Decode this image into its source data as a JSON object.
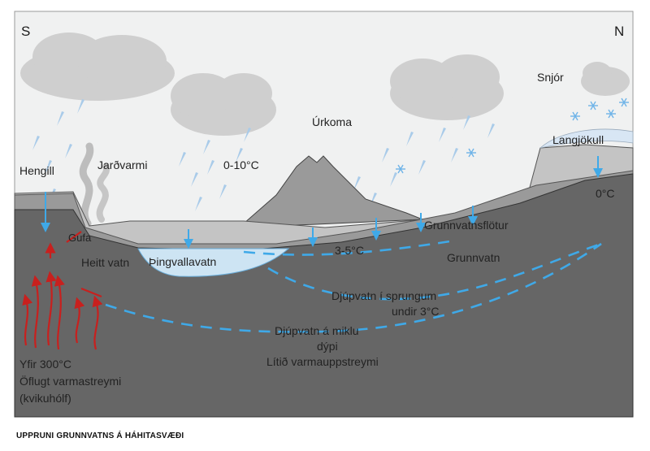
{
  "diagram": {
    "direction_south": "S",
    "direction_north": "N",
    "labels": {
      "hengill": "Hengill",
      "jardvarmi": "Jarðvarmi",
      "temp_rain": "0-10°C",
      "urkoma": "Úrkoma",
      "snjor": "Snjór",
      "langjokull": "Langjökull",
      "zero_c": "0°C",
      "grunnvatnsflotur": "Grunnvatnsflötur",
      "gufa": "Gufa",
      "heitt_vatn": "Heitt vatn",
      "thingvallavatn": "Þingvallavatn",
      "temp_3_5": "3-5°C",
      "grunnvatn": "Grunnvatn",
      "djupvatn_sprungum_1": "Djúpvatn í sprungum",
      "djupvatn_sprungum_2": "undir 3°C",
      "djupvatn_dypi_1": "Djúpvatn á miklu",
      "djupvatn_dypi_2": "dýpi",
      "litid_varmauppstreymi": "Lítið varmauppstreymi",
      "yfir_300": "Yfir 300°C",
      "oflugt_varmastreymi": "Öflugt varmastreymi",
      "kvikuholf": "(kvikuhólf)"
    },
    "colors": {
      "sky": "#f0f1f1",
      "ground_dark": "#666666",
      "ground_mid": "#9a9a9a",
      "ground_light": "#c4c4c4",
      "lake": "#cde4f3",
      "water_flow": "#3fa9e8",
      "heat_flow": "#c8201e",
      "cloud": "#cfcfcf"
    }
  },
  "caption": "UPPRUNI GRUNNVATNS Á HÁHITASVÆÐI"
}
